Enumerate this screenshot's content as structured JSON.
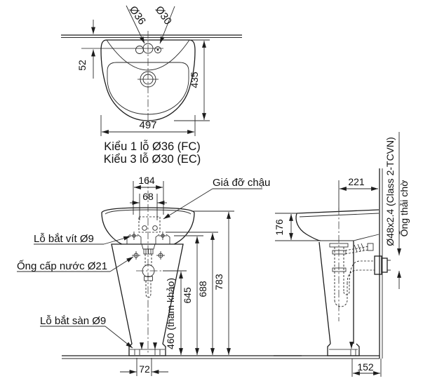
{
  "colors": {
    "line": "#1d1d1d",
    "background": "#ffffff"
  },
  "top_view": {
    "hole_dia_center": "Ø36",
    "hole_dia_right": "Ø30",
    "dim_wall_to_holes": "52",
    "dim_depth": "435",
    "dim_width": "497",
    "caption_type1": "Kiểu 1 lỗ Ø36 (FC)",
    "caption_type2": "Kiểu 3 lỗ Ø30 (EC)"
  },
  "front_view": {
    "dim_mount_span": "164",
    "dim_mount_inner": "68",
    "label_bracket": "Giá đỡ chậu",
    "label_screw_hole": "Lỗ bắt vít Ø9",
    "label_supply_pipe": "Ống cấp nước Ø21",
    "label_floor_hole": "Lỗ bắt sàn Ø9",
    "dim_supply_height": "460 (tham khảo)",
    "dim_shoulder_height": "645",
    "dim_bracket_height": "688",
    "dim_rim_height": "783",
    "dim_base_width": "72"
  },
  "side_view": {
    "dim_drain_to_wall": "221",
    "dim_apron_height": "176",
    "label_waste_pipe_spec": "Ø48x2.4 (Class 2-TCVN)",
    "label_waste_pipe": "Ống thải chờ",
    "dim_base_to_wall": "152"
  }
}
